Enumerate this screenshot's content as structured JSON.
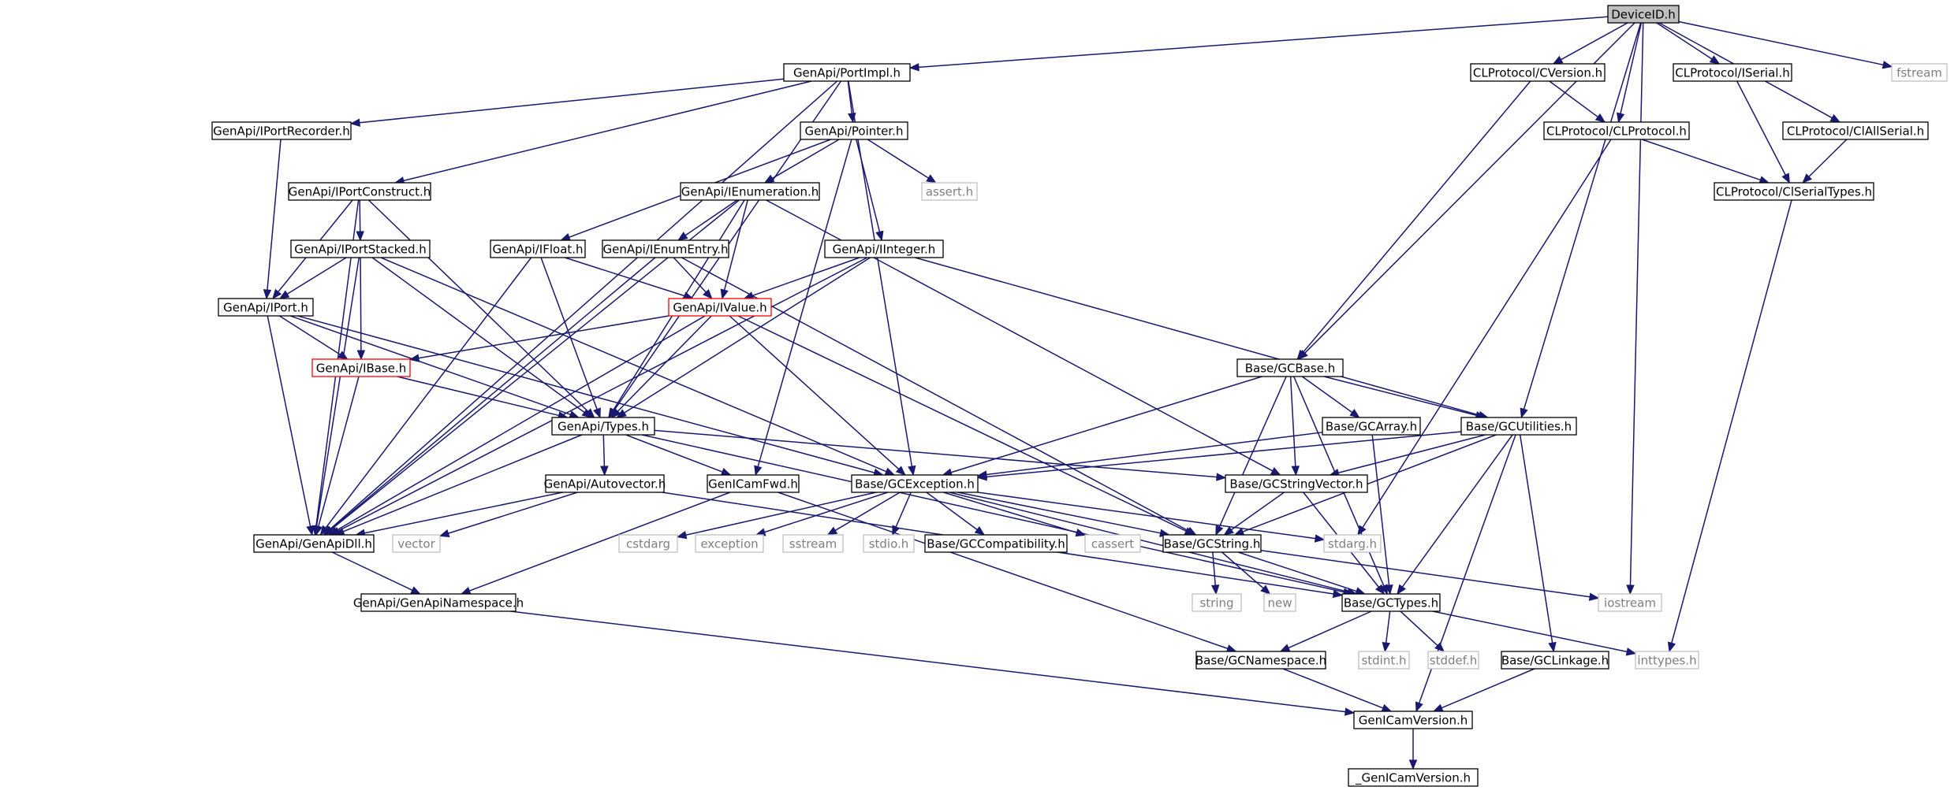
{
  "graph": {
    "title": "DeviceID.h",
    "colors": {
      "edge": "#191970",
      "node_border": "#000000",
      "node_border_external": "#bfbfbf",
      "node_border_truncated": "#ff0000",
      "root_fill": "#bfbfbf",
      "external_text": "#7f7f7f"
    },
    "nodes": [
      {
        "id": "DeviceID.h",
        "label": "DeviceID.h",
        "kind": "root"
      },
      {
        "id": "PortImpl",
        "label": "GenApi/PortImpl.h",
        "kind": "normal"
      },
      {
        "id": "CVersion",
        "label": "CLProtocol/CVersion.h",
        "kind": "normal"
      },
      {
        "id": "ISerial",
        "label": "CLProtocol/ISerial.h",
        "kind": "normal"
      },
      {
        "id": "fstream",
        "label": "fstream",
        "kind": "system"
      },
      {
        "id": "IPortRecorder",
        "label": "GenApi/IPortRecorder.h",
        "kind": "normal"
      },
      {
        "id": "Pointer",
        "label": "GenApi/Pointer.h",
        "kind": "normal"
      },
      {
        "id": "CLProtocol",
        "label": "CLProtocol/CLProtocol.h",
        "kind": "normal"
      },
      {
        "id": "ClAllSerial",
        "label": "CLProtocol/ClAllSerial.h",
        "kind": "normal"
      },
      {
        "id": "IPortConstruct",
        "label": "GenApi/IPortConstruct.h",
        "kind": "normal"
      },
      {
        "id": "IEnumeration",
        "label": "GenApi/IEnumeration.h",
        "kind": "normal"
      },
      {
        "id": "assert",
        "label": "assert.h",
        "kind": "system"
      },
      {
        "id": "ClSerialTypes",
        "label": "CLProtocol/ClSerialTypes.h",
        "kind": "normal"
      },
      {
        "id": "IPortStacked",
        "label": "GenApi/IPortStacked.h",
        "kind": "normal"
      },
      {
        "id": "IFloat",
        "label": "GenApi/IFloat.h",
        "kind": "normal"
      },
      {
        "id": "IEnumEntry",
        "label": "GenApi/IEnumEntry.h",
        "kind": "normal"
      },
      {
        "id": "IInteger",
        "label": "GenApi/IInteger.h",
        "kind": "normal"
      },
      {
        "id": "IPort",
        "label": "GenApi/IPort.h",
        "kind": "normal"
      },
      {
        "id": "IValue",
        "label": "GenApi/IValue.h",
        "kind": "truncated"
      },
      {
        "id": "IBase",
        "label": "GenApi/IBase.h",
        "kind": "truncated"
      },
      {
        "id": "GCBase",
        "label": "Base/GCBase.h",
        "kind": "normal"
      },
      {
        "id": "Types",
        "label": "GenApi/Types.h",
        "kind": "normal"
      },
      {
        "id": "GCArray",
        "label": "Base/GCArray.h",
        "kind": "normal"
      },
      {
        "id": "GCUtilities",
        "label": "Base/GCUtilities.h",
        "kind": "normal"
      },
      {
        "id": "Autovector",
        "label": "GenApi/Autovector.h",
        "kind": "normal"
      },
      {
        "id": "GenICamFwd",
        "label": "GenICamFwd.h",
        "kind": "normal"
      },
      {
        "id": "GCException",
        "label": "Base/GCException.h",
        "kind": "normal"
      },
      {
        "id": "GCStringVector",
        "label": "Base/GCStringVector.h",
        "kind": "normal"
      },
      {
        "id": "GenApiDll",
        "label": "GenApi/GenApiDll.h",
        "kind": "normal"
      },
      {
        "id": "vector",
        "label": "vector",
        "kind": "system"
      },
      {
        "id": "cstdarg",
        "label": "cstdarg",
        "kind": "system"
      },
      {
        "id": "exception",
        "label": "exception",
        "kind": "system"
      },
      {
        "id": "sstream",
        "label": "sstream",
        "kind": "system"
      },
      {
        "id": "stdio",
        "label": "stdio.h",
        "kind": "system"
      },
      {
        "id": "GCCompatibility",
        "label": "Base/GCCompatibility.h",
        "kind": "normal"
      },
      {
        "id": "cassert",
        "label": "cassert",
        "kind": "system"
      },
      {
        "id": "GCString",
        "label": "Base/GCString.h",
        "kind": "normal"
      },
      {
        "id": "stdarg",
        "label": "stdarg.h",
        "kind": "system"
      },
      {
        "id": "GenApiNamespace",
        "label": "GenApi/GenApiNamespace.h",
        "kind": "normal"
      },
      {
        "id": "string",
        "label": "string",
        "kind": "system"
      },
      {
        "id": "new",
        "label": "new",
        "kind": "system"
      },
      {
        "id": "GCTypes",
        "label": "Base/GCTypes.h",
        "kind": "normal"
      },
      {
        "id": "iostream",
        "label": "iostream",
        "kind": "system"
      },
      {
        "id": "GCNamespace",
        "label": "Base/GCNamespace.h",
        "kind": "normal"
      },
      {
        "id": "stdint",
        "label": "stdint.h",
        "kind": "system"
      },
      {
        "id": "stddef",
        "label": "stddef.h",
        "kind": "system"
      },
      {
        "id": "GCLinkage",
        "label": "Base/GCLinkage.h",
        "kind": "normal"
      },
      {
        "id": "inttypes",
        "label": "inttypes.h",
        "kind": "system"
      },
      {
        "id": "GenICamVersion",
        "label": "GenICamVersion.h",
        "kind": "normal"
      },
      {
        "id": "_GenICamVersion",
        "label": "_GenICamVersion.h",
        "kind": "normal"
      }
    ],
    "edges": [
      [
        "DeviceID.h",
        "PortImpl"
      ],
      [
        "DeviceID.h",
        "CVersion"
      ],
      [
        "DeviceID.h",
        "ISerial"
      ],
      [
        "DeviceID.h",
        "fstream"
      ],
      [
        "DeviceID.h",
        "CLProtocol"
      ],
      [
        "DeviceID.h",
        "ClAllSerial"
      ],
      [
        "DeviceID.h",
        "GCBase"
      ],
      [
        "DeviceID.h",
        "GCUtilities"
      ],
      [
        "DeviceID.h",
        "iostream"
      ],
      [
        "PortImpl",
        "GenApiDll"
      ],
      [
        "PortImpl",
        "IPortRecorder"
      ],
      [
        "PortImpl",
        "IPortConstruct"
      ],
      [
        "PortImpl",
        "Pointer"
      ],
      [
        "PortImpl",
        "Types"
      ],
      [
        "PortImpl",
        "GCException"
      ],
      [
        "IPortRecorder",
        "IPort"
      ],
      [
        "IPortConstruct",
        "IPortStacked"
      ],
      [
        "IPortConstruct",
        "IPort"
      ],
      [
        "IPortConstruct",
        "GenApiDll"
      ],
      [
        "IPortConstruct",
        "Types"
      ],
      [
        "IPortStacked",
        "IPort"
      ],
      [
        "IPortStacked",
        "IBase"
      ],
      [
        "IPortStacked",
        "GenApiDll"
      ],
      [
        "IPortStacked",
        "Types"
      ],
      [
        "IPortStacked",
        "GCException"
      ],
      [
        "IPort",
        "IBase"
      ],
      [
        "IPort",
        "GenApiDll"
      ],
      [
        "IPort",
        "Types"
      ],
      [
        "IPort",
        "GCException"
      ],
      [
        "IBase",
        "Types"
      ],
      [
        "IBase",
        "GenApiDll"
      ],
      [
        "Pointer",
        "IEnumeration"
      ],
      [
        "Pointer",
        "assert"
      ],
      [
        "Pointer",
        "IFloat"
      ],
      [
        "Pointer",
        "IInteger"
      ],
      [
        "Pointer",
        "GenICamFwd"
      ],
      [
        "IEnumeration",
        "IEnumEntry"
      ],
      [
        "IEnumeration",
        "IValue"
      ],
      [
        "IEnumeration",
        "Types"
      ],
      [
        "IEnumeration",
        "GenApiDll"
      ],
      [
        "IEnumeration",
        "GCStringVector"
      ],
      [
        "IFloat",
        "IValue"
      ],
      [
        "IFloat",
        "Types"
      ],
      [
        "IFloat",
        "GenApiDll"
      ],
      [
        "IEnumEntry",
        "IValue"
      ],
      [
        "IEnumEntry",
        "GenApiDll"
      ],
      [
        "IEnumEntry",
        "GCString"
      ],
      [
        "IInteger",
        "IValue"
      ],
      [
        "IInteger",
        "Types"
      ],
      [
        "IInteger",
        "GenApiDll"
      ],
      [
        "IInteger",
        "GCUtilities"
      ],
      [
        "IValue",
        "IBase"
      ],
      [
        "IValue",
        "Types"
      ],
      [
        "IValue",
        "GenApiDll"
      ],
      [
        "IValue",
        "GCException"
      ],
      [
        "IValue",
        "GCString"
      ],
      [
        "Types",
        "Autovector"
      ],
      [
        "Types",
        "GenICamFwd"
      ],
      [
        "Types",
        "GenApiDll"
      ],
      [
        "Types",
        "GCStringVector"
      ],
      [
        "Types",
        "GCTypes"
      ],
      [
        "Autovector",
        "GenApiDll"
      ],
      [
        "Autovector",
        "vector"
      ],
      [
        "Autovector",
        "GCTypes"
      ],
      [
        "GenICamFwd",
        "GenApiNamespace"
      ],
      [
        "GenICamFwd",
        "GCNamespace"
      ],
      [
        "GenApiDll",
        "GenApiNamespace"
      ],
      [
        "GenApiNamespace",
        "GenICamVersion"
      ],
      [
        "CVersion",
        "CLProtocol"
      ],
      [
        "CVersion",
        "GCBase"
      ],
      [
        "ISerial",
        "ClSerialTypes"
      ],
      [
        "CLProtocol",
        "ClSerialTypes"
      ],
      [
        "CLProtocol",
        "stdarg"
      ],
      [
        "ClAllSerial",
        "ClSerialTypes"
      ],
      [
        "ClSerialTypes",
        "inttypes"
      ],
      [
        "GCBase",
        "GCArray"
      ],
      [
        "GCBase",
        "GCUtilities"
      ],
      [
        "GCBase",
        "GCException"
      ],
      [
        "GCBase",
        "GCStringVector"
      ],
      [
        "GCBase",
        "GCString"
      ],
      [
        "GCBase",
        "GCTypes"
      ],
      [
        "GCArray",
        "GCException"
      ],
      [
        "GCArray",
        "GCTypes"
      ],
      [
        "GCUtilities",
        "GCException"
      ],
      [
        "GCUtilities",
        "GCStringVector"
      ],
      [
        "GCUtilities",
        "GCString"
      ],
      [
        "GCUtilities",
        "GCTypes"
      ],
      [
        "GCUtilities",
        "GCLinkage"
      ],
      [
        "GCUtilities",
        "GenICamVersion"
      ],
      [
        "GCException",
        "cstdarg"
      ],
      [
        "GCException",
        "exception"
      ],
      [
        "GCException",
        "sstream"
      ],
      [
        "GCException",
        "stdio"
      ],
      [
        "GCException",
        "GCCompatibility"
      ],
      [
        "GCException",
        "cassert"
      ],
      [
        "GCException",
        "GCString"
      ],
      [
        "GCException",
        "stdarg"
      ],
      [
        "GCException",
        "GCTypes"
      ],
      [
        "GCStringVector",
        "GCString"
      ],
      [
        "GCStringVector",
        "GCTypes"
      ],
      [
        "GCString",
        "string"
      ],
      [
        "GCString",
        "new"
      ],
      [
        "GCString",
        "GCTypes"
      ],
      [
        "GCString",
        "iostream"
      ],
      [
        "GCTypes",
        "GCNamespace"
      ],
      [
        "GCTypes",
        "stdint"
      ],
      [
        "GCTypes",
        "stddef"
      ],
      [
        "GCTypes",
        "inttypes"
      ],
      [
        "GCNamespace",
        "GenICamVersion"
      ],
      [
        "GCLinkage",
        "GenICamVersion"
      ],
      [
        "GenICamVersion",
        "_GenICamVersion"
      ]
    ]
  }
}
